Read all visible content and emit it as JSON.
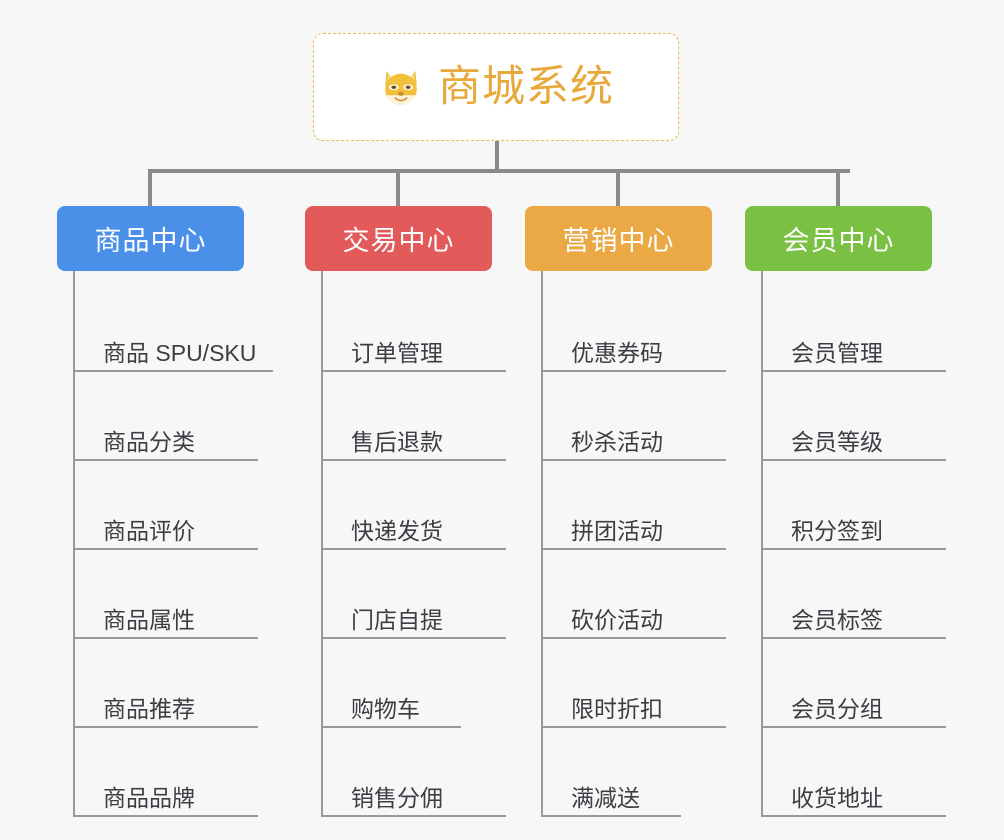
{
  "root": {
    "icon": "shiba-dog-face-icon",
    "title": "商城系统",
    "border_color": "#eab954",
    "title_color": "#e8a93c"
  },
  "canvas": {
    "background_color": "#f7f7f7",
    "connector_color": "#8a8a8a"
  },
  "categories": [
    {
      "label": "商品中心",
      "color": "#4a90e8",
      "items": [
        {
          "label": "商品 SPU/SKU",
          "rule": "w6"
        },
        {
          "label": "商品分类",
          "rule": "w4"
        },
        {
          "label": "商品评价",
          "rule": "w4"
        },
        {
          "label": "商品属性",
          "rule": "w4"
        },
        {
          "label": "商品推荐",
          "rule": "w4"
        },
        {
          "label": "商品品牌",
          "rule": "w4"
        }
      ]
    },
    {
      "label": "交易中心",
      "color": "#e25a5a",
      "items": [
        {
          "label": "订单管理",
          "rule": "w4"
        },
        {
          "label": "售后退款",
          "rule": "w4"
        },
        {
          "label": "快递发货",
          "rule": "w4"
        },
        {
          "label": "门店自提",
          "rule": "w4"
        },
        {
          "label": "购物车",
          "rule": "w3"
        },
        {
          "label": "销售分佣",
          "rule": "w4"
        }
      ]
    },
    {
      "label": "营销中心",
      "color": "#eaa944",
      "items": [
        {
          "label": "优惠券码",
          "rule": "w4"
        },
        {
          "label": "秒杀活动",
          "rule": "w4"
        },
        {
          "label": "拼团活动",
          "rule": "w4"
        },
        {
          "label": "砍价活动",
          "rule": "w4"
        },
        {
          "label": "限时折扣",
          "rule": "w4"
        },
        {
          "label": "满减送",
          "rule": "w3"
        }
      ]
    },
    {
      "label": "会员中心",
      "color": "#7ac143",
      "items": [
        {
          "label": "会员管理",
          "rule": "w4"
        },
        {
          "label": "会员等级",
          "rule": "w4"
        },
        {
          "label": "积分签到",
          "rule": "w4"
        },
        {
          "label": "会员标签",
          "rule": "w4"
        },
        {
          "label": "会员分组",
          "rule": "w4"
        },
        {
          "label": "收货地址",
          "rule": "w4"
        }
      ]
    }
  ]
}
